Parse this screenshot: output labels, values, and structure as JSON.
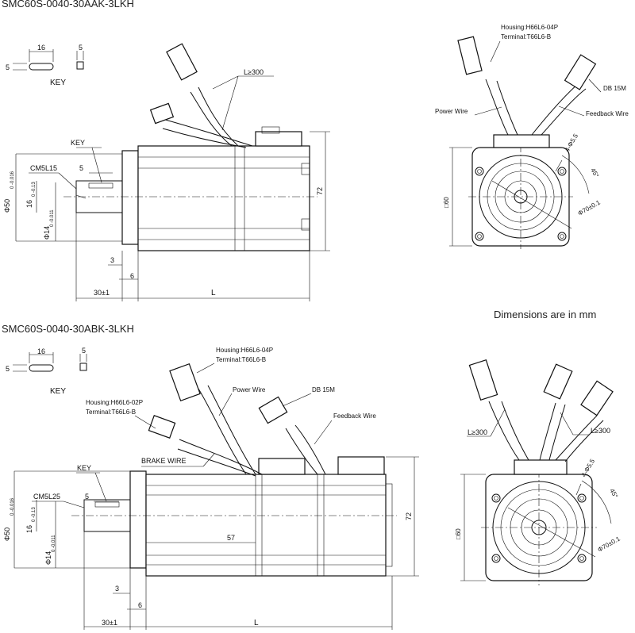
{
  "models": {
    "top": "SMC60S-0040-30AAK-3LKH",
    "bottom": "SMC60S-0040-30ABK-3LKH"
  },
  "note": "Dimensions are in mm",
  "key": {
    "label": "KEY",
    "length": "16",
    "width": "5",
    "height": "5"
  },
  "top_drawing": {
    "key_label": "KEY",
    "thread": "CM5L15",
    "key_width": "5",
    "dia_spigot": "Φ50",
    "dia_spigot_tol": "0 -0.016",
    "key_depth": "16",
    "key_depth_tol": "0 -0.13",
    "dia_shaft": "Φ14",
    "dia_shaft_tol": "0 -0.011",
    "flange_3": "3",
    "flange_6": "6",
    "shaft_len": "30±1",
    "body_len": "L",
    "height": "72",
    "cable_len": "L≥300"
  },
  "top_end": {
    "housing": "Housing:H66L6-04P",
    "terminal": "Terminal:T66L6-B",
    "power_wire": "Power Wire",
    "feedback_wire": "Feedback Wire",
    "db": "DB 15M",
    "holes": "4-Φ5.5",
    "angle": "45°",
    "square": "□60",
    "pcd": "Φ70±0.1"
  },
  "bottom_drawing": {
    "housing_brake": "Housing:H66L6-02P",
    "terminal_brake": "Terminal:T66L6-B",
    "housing_power": "Housing:H66L6-04P",
    "terminal_power": "Terminal:T66L6-B",
    "power_wire": "Power Wire",
    "db": "DB 15M",
    "feedback_wire": "Feedback Wire",
    "brake_wire": "BRAKE WIRE",
    "key_label": "KEY",
    "thread": "CM5L25",
    "key_width": "5",
    "dia_spigot": "Φ50",
    "dia_spigot_tol": "0 -0.016",
    "key_depth": "16",
    "key_depth_tol": "0 -0.13",
    "dia_shaft": "Φ14",
    "dia_shaft_tol": "0 -0.011",
    "mid_len": "57",
    "flange_3": "3",
    "flange_6": "6",
    "shaft_len": "30±1",
    "body_len": "L",
    "height": "72"
  },
  "bottom_end": {
    "cable_left": "L≥300",
    "cable_right": "L≥300",
    "holes": "4-Φ5.5",
    "angle": "45°",
    "square": "□60",
    "pcd": "Φ70±0.1"
  }
}
